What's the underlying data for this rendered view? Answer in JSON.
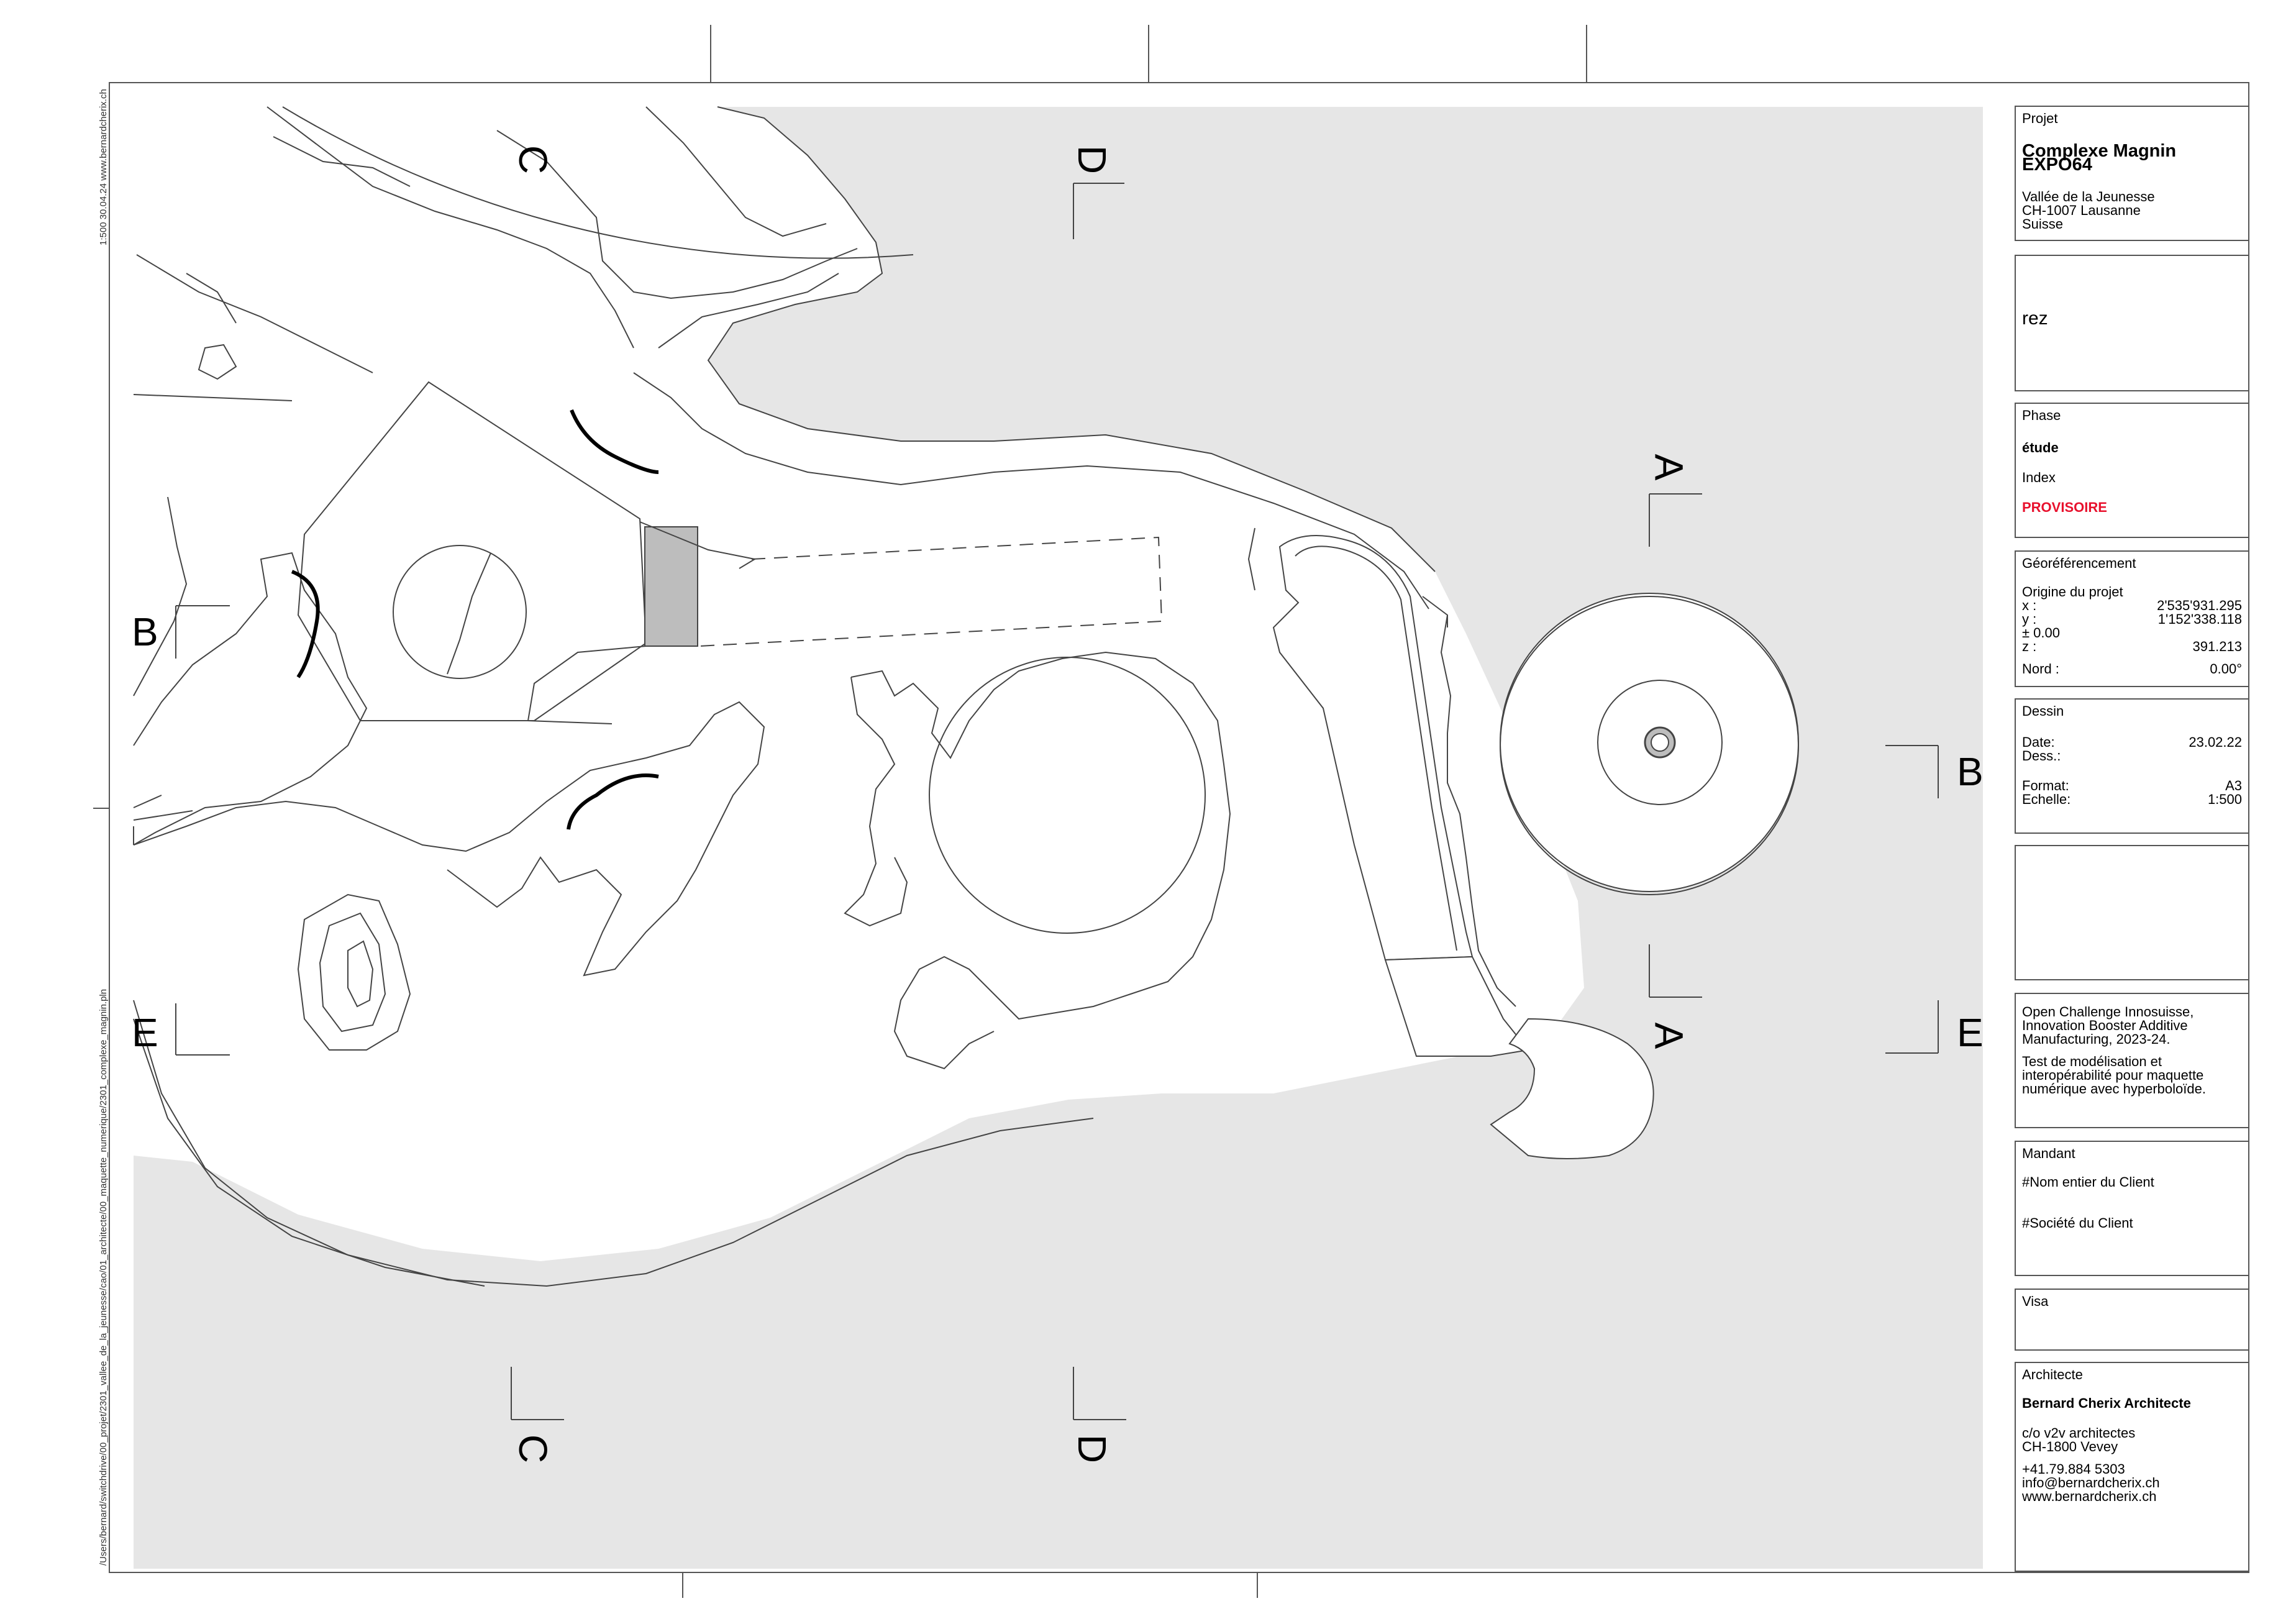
{
  "side": {
    "scale_date": "1:500   30.04.24   www.bernardcherix.ch",
    "file_path": "/Users/bernard/switchdrive/00_projet/2301_vallee_de_la_jeunesse/cao/01_architecte/00_maquette_numerique/2301_complexe_magnin.pln"
  },
  "sections": {
    "c_top": "C",
    "d_top": "D",
    "a_top": "A",
    "b_left": "B",
    "b_right": "B",
    "e_left": "E",
    "e_right": "E",
    "a_bottom": "A",
    "c_bottom": "C",
    "d_bottom": "D"
  },
  "titleblock": {
    "projet": {
      "head": "Projet",
      "name": "Complexe Magnin EXPO64",
      "addr1": "Vallée de la Jeunesse",
      "addr2": "CH-1007 Lausanne",
      "addr3": "Suisse"
    },
    "level": "rez",
    "phase": {
      "head": "Phase",
      "value": "étude",
      "index_label": "Index",
      "index_value": "PROVISOIRE"
    },
    "geo": {
      "head": "Géoréférencement",
      "origin": "Origine du projet",
      "x_label": "x :",
      "x_value": "2'535'931.295",
      "y_label": "y :",
      "y_value": "1'152'338.118",
      "pm": "± 0.00",
      "z_label": "z :",
      "z_value": "391.213",
      "north_label": "Nord :",
      "north_value": "0.00°"
    },
    "dessin": {
      "head": "Dessin",
      "date_label": "Date:",
      "date_value": "23.02.22",
      "dess_label": "Dess.:",
      "format_label": "Format:",
      "format_value": "A3",
      "echelle_label": "Echelle:",
      "echelle_value": "1:500"
    },
    "notes": {
      "line1": "Open Challenge Innosuisse,",
      "line2": "Innovation Booster Additive",
      "line3": "Manufacturing, 2023-24.",
      "line4": "Test de modélisation et",
      "line5": "interopérabilité pour maquette",
      "line6": "numérique avec hyperboloïde."
    },
    "mandant": {
      "head": "Mandant",
      "client_name": "#Nom entier du Client",
      "client_company": "#Société du Client"
    },
    "visa": {
      "head": "Visa"
    },
    "architecte": {
      "head": "Architecte",
      "name": "Bernard Cherix Architecte",
      "addr1": "c/o v2v architectes",
      "addr2": "CH-1800 Vevey",
      "phone": "+41.79.884 5303",
      "email": "info@bernardcherix.ch",
      "web": "www.bernardcherix.ch"
    }
  },
  "colors": {
    "terrain": "#e6e6e6",
    "line": "#444444",
    "hatch": "#bdbdbd",
    "index_red": "#e8112d"
  }
}
